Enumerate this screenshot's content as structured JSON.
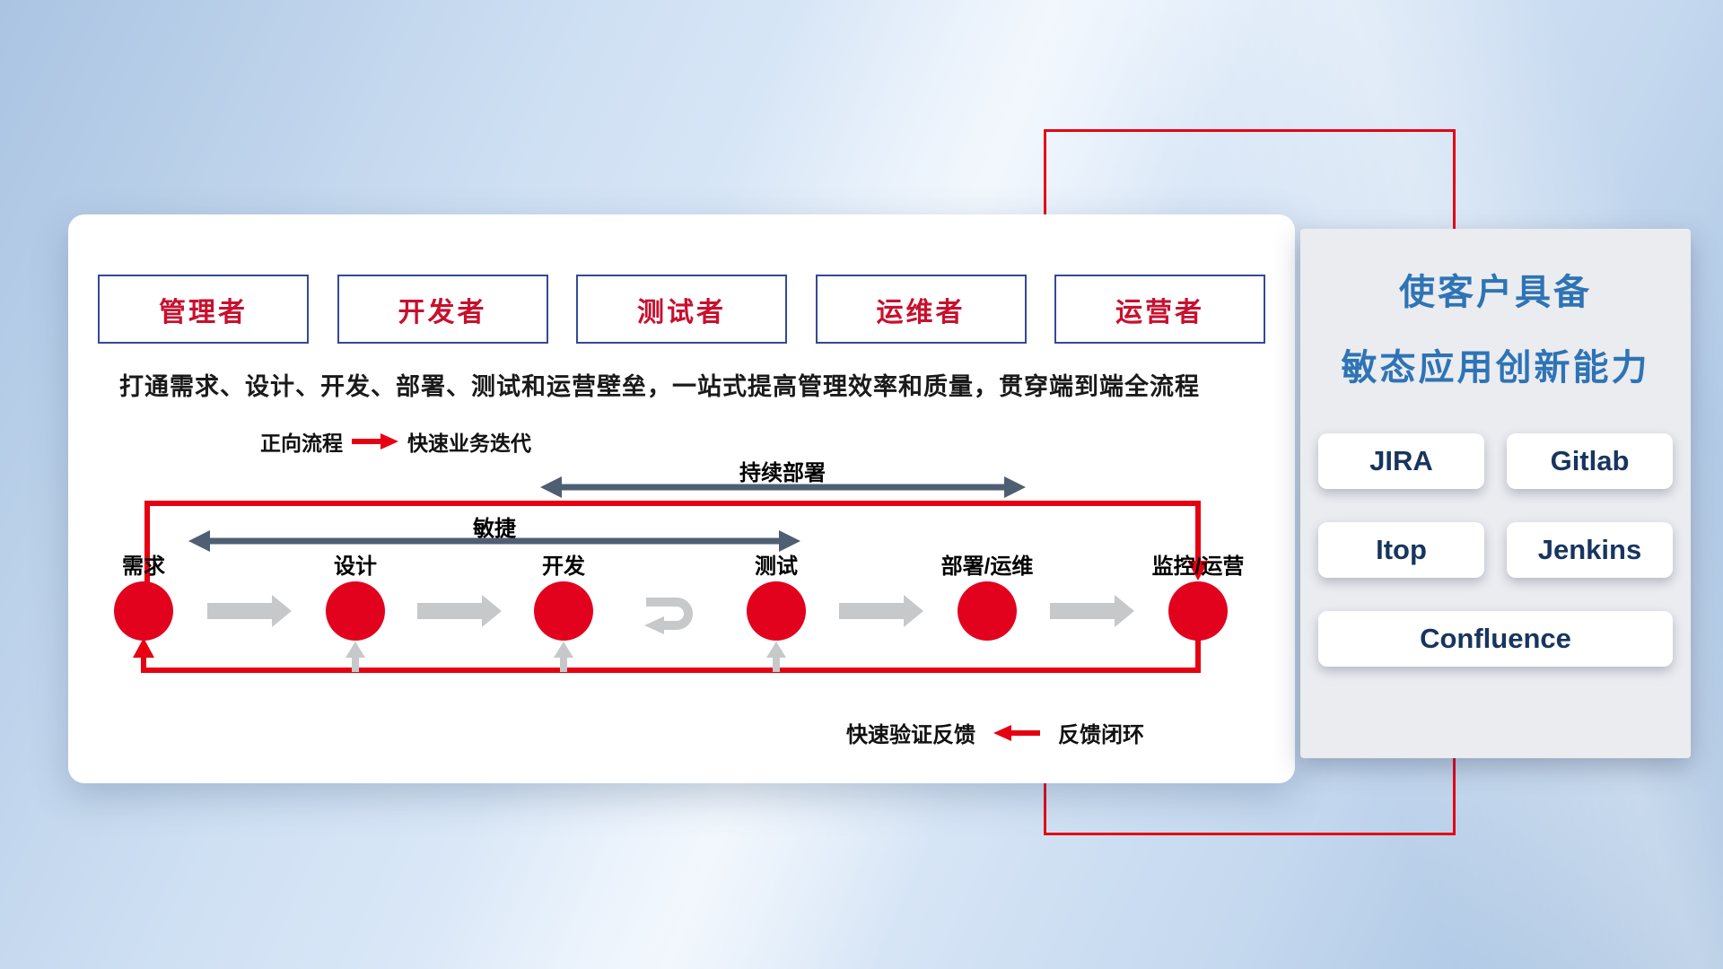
{
  "roles": [
    "管理者",
    "开发者",
    "测试者",
    "运维者",
    "运营者"
  ],
  "description": "打通需求、设计、开发、部署、测试和运营壁垒，一站式提高管理效率和质量，贯穿端到端全流程",
  "legend_forward": {
    "label": "正向流程",
    "text": "快速业务迭代"
  },
  "legend_feedback": {
    "label": "快速验证反馈",
    "text": "反馈闭环"
  },
  "flow": {
    "agile_label": "敏捷",
    "cd_label": "持续部署",
    "stages": [
      "需求",
      "设计",
      "开发",
      "测试",
      "部署/运维",
      "监控/运营"
    ]
  },
  "panel": {
    "title_line1": "使客户具备",
    "title_line2": "敏态应用创新能力",
    "tools": [
      "JIRA",
      "Gitlab",
      "Itop",
      "Jenkins",
      "Confluence"
    ]
  },
  "colors": {
    "accent_red": "#e60012",
    "node_red": "#e2021e",
    "range_arrow_navy": "#4e5f73",
    "flow_arrow_gray": "#c6c8ca",
    "role_text_red": "#c8102e",
    "role_border_navy": "#34489a",
    "panel_title_blue": "#2e74b5",
    "tool_text_navy": "#17355e"
  }
}
